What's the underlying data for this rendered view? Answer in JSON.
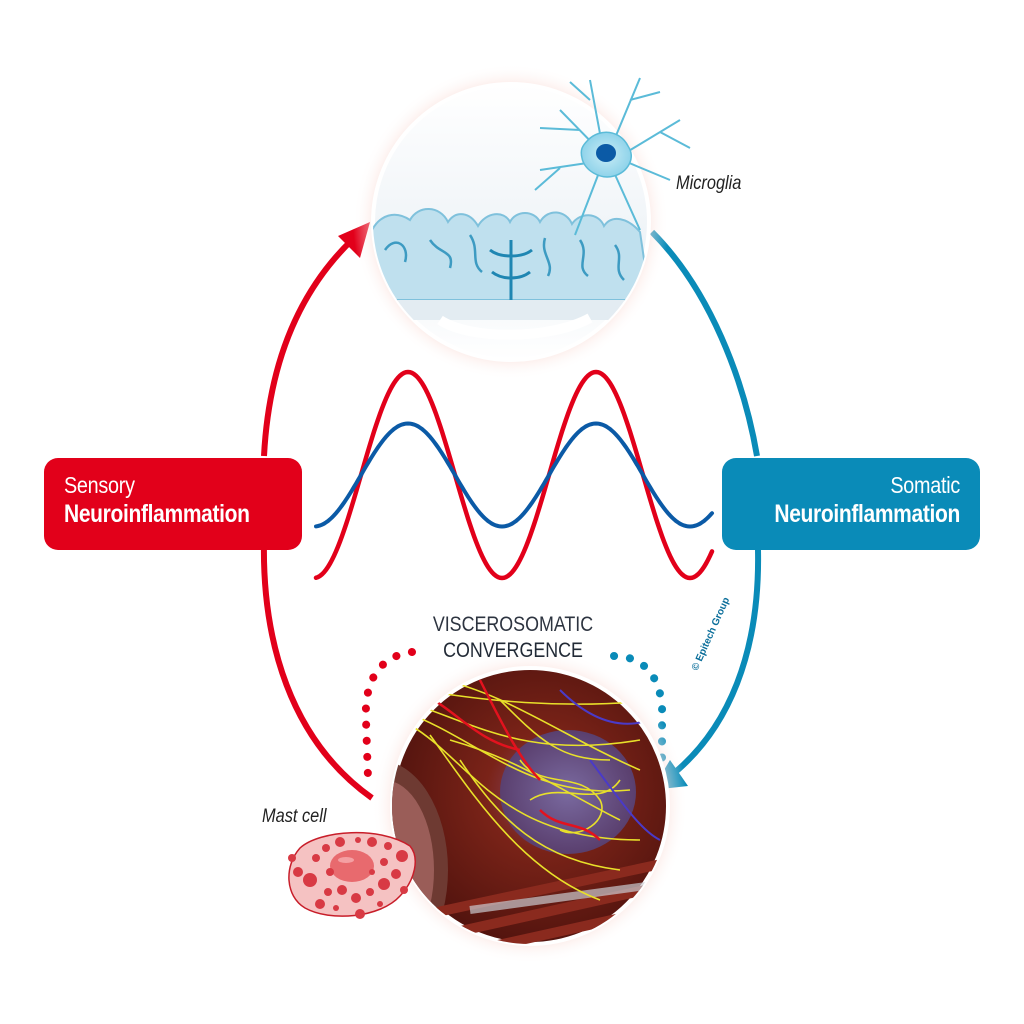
{
  "diagram": {
    "colors": {
      "sensory": "#e2001a",
      "somatic": "#0a8bb8",
      "wave_blue": "#0b5aa6",
      "text_dark": "#222a36"
    },
    "sensory_box": {
      "line1": "Sensory",
      "line2": "Neuroinflammation"
    },
    "somatic_box": {
      "line1": "Somatic",
      "line2": "Neuroinflammation"
    },
    "top_circle": {
      "subject": "brain-cortex-section",
      "label": "Microglia"
    },
    "bottom_circle": {
      "subject": "visceral-organ-innervation",
      "label": "Mast cell"
    },
    "convergence": {
      "line1": "VISCEROSOMATIC",
      "line2": "CONVERGENCE"
    },
    "waves": [
      {
        "name": "sensory-wave",
        "color": "#e2001a",
        "relative_amplitude": 1.0,
        "cycles": 2
      },
      {
        "name": "somatic-wave",
        "color": "#0b5aa6",
        "relative_amplitude": 0.5,
        "cycles": 2
      }
    ],
    "arrows": [
      {
        "name": "sensory-to-brain-arrow",
        "from": "mast cell region",
        "to": "brain",
        "color": "#e2001a",
        "style": "solid"
      },
      {
        "name": "brain-to-viscera-arrow",
        "from": "brain",
        "to": "visceral region",
        "color": "#0a8bb8",
        "style": "solid"
      },
      {
        "name": "sensory-convergence-connector",
        "color": "#e2001a",
        "style": "dotted"
      },
      {
        "name": "somatic-convergence-connector",
        "color": "#0a8bb8",
        "style": "dotted"
      }
    ],
    "copyright": "© Epitech Group"
  }
}
